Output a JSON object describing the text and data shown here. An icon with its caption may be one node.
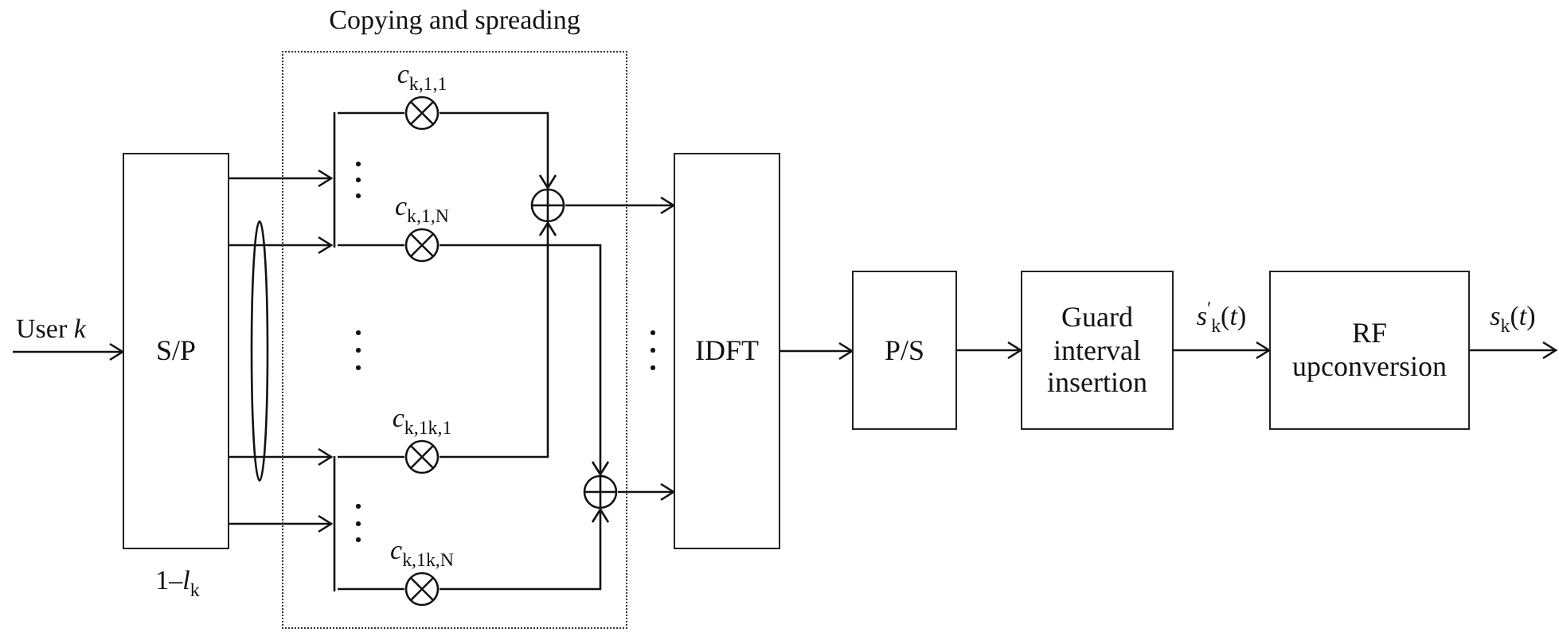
{
  "diagram": {
    "nodes": [
      {
        "text": [
          "User *k*"
        ]
      },
      {
        "text": [
          "S/P"
        ],
        "beside": [
          "1–*l*$_{k}$"
        ]
      },
      {
        "text": [],
        "shape": "ellipse"
      },
      {
        "text": [
          "Copying and spreading"
        ]
      },
      {
        "text": [],
        "shape": "bar",
        "in": 3
      },
      {
        "text": [],
        "shape": "circle",
        "in": 3,
        "beside": [
          "*c*$_{k,1,1}$"
        ]
      },
      {
        "text": [],
        "shape": "circle",
        "in": 3
      },
      {
        "text": [],
        "shape": "circle",
        "in": 3,
        "beside": [
          "*c*$_{k,1,N}$"
        ]
      },
      {
        "text": [],
        "shape": "bar",
        "in": 3
      },
      {
        "text": [],
        "shape": "circle",
        "in": 3,
        "beside": [
          "*c*$_{k,1}$$_{k}$$_{,1}$"
        ]
      },
      {
        "text": [],
        "shape": "circle",
        "in": 3
      },
      {
        "text": [],
        "shape": "circle",
        "in": 3,
        "beside": [
          "*c*$_{k,1}$$_{k}$$_{,N}$"
        ]
      },
      {
        "text": [
          "IDFT"
        ]
      },
      {
        "text": [
          "P/S"
        ]
      },
      {
        "text": [
          "Guard interval insertion"
        ]
      },
      {
        "text": [
          "RF upconversion"
        ]
      }
    ],
    "edges": [
      {
        "from": 0,
        "to": 1,
        "arrow": "to"
      },
      {
        "from": 1,
        "to": 4,
        "arrow": "to"
      },
      {
        "from": 1,
        "to": 4,
        "arrow": "to"
      },
      {
        "from": 1,
        "to": 8,
        "arrow": "to"
      },
      {
        "from": 1,
        "to": 8,
        "arrow": "to"
      },
      {
        "from": 4,
        "to": 5,
        "arrow": "none"
      },
      {
        "from": 4,
        "to": 7,
        "arrow": "none"
      },
      {
        "from": 8,
        "to": 9,
        "arrow": "none"
      },
      {
        "from": 8,
        "to": 11,
        "arrow": "none"
      },
      {
        "from": 5,
        "to": 6,
        "arrow": "to"
      },
      {
        "from": 9,
        "to": 6,
        "arrow": "to"
      },
      {
        "from": 7,
        "to": 10,
        "arrow": "to"
      },
      {
        "from": 11,
        "to": 10,
        "arrow": "to"
      },
      {
        "from": 6,
        "to": 12,
        "arrow": "to"
      },
      {
        "from": 10,
        "to": 12,
        "arrow": "to"
      },
      {
        "from": 12,
        "to": 13,
        "arrow": "to"
      },
      {
        "from": 13,
        "to": 14,
        "arrow": "to"
      },
      {
        "from": 14,
        "to": 15,
        "arrow": "to",
        "label": "*s*$^{′}$$_{k}$(*t*)"
      },
      {
        "from": 15,
        "to": null,
        "arrow": "to",
        "label": "*s*$_{k}$(*t*)"
      }
    ]
  }
}
